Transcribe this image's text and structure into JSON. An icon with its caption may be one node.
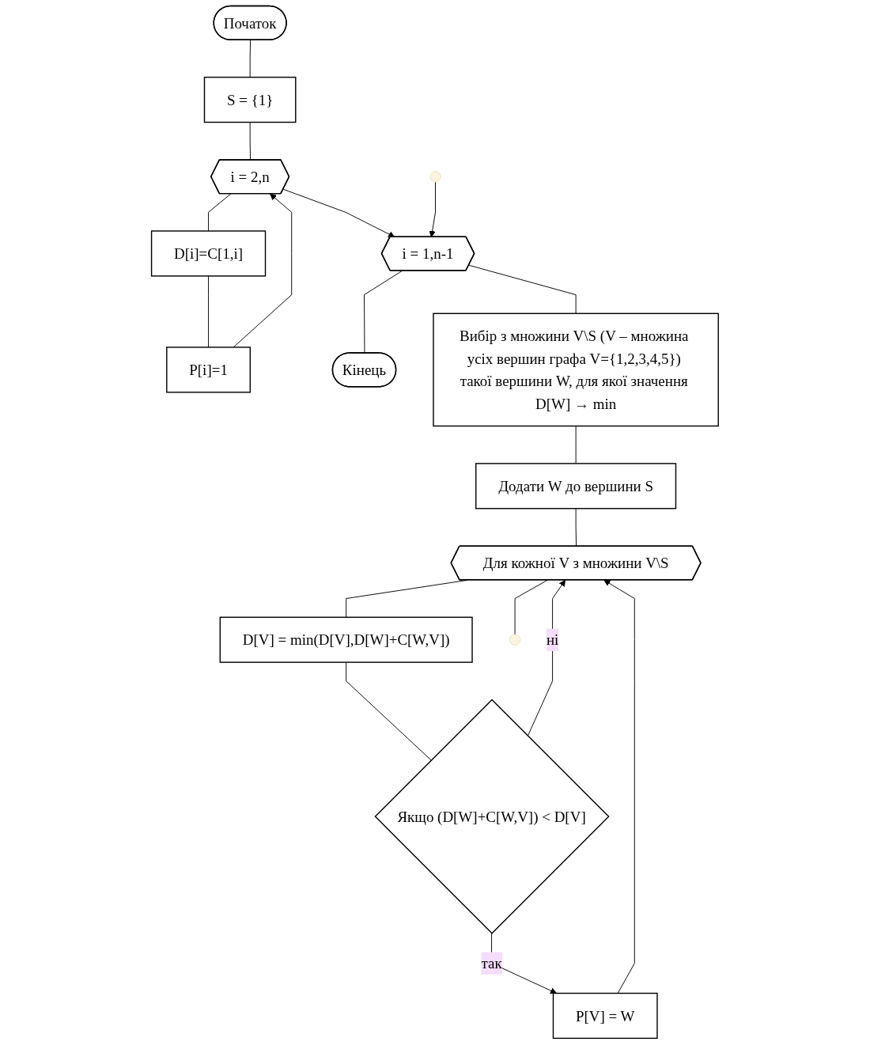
{
  "diagram": {
    "nodes": [
      {
        "text": [
          "Початок"
        ]
      },
      {
        "text": [
          "S = {1}"
        ]
      },
      {
        "text": [
          "i = 2,n"
        ]
      },
      {
        "text": [
          "D[i]=C[1,i]"
        ]
      },
      {
        "text": [
          "P[i]=1"
        ]
      },
      {
        "text": [
          "i = 1,n-1"
        ]
      },
      {
        "text": [
          "Кінець"
        ]
      },
      {
        "text": [
          "Вибір з множини V\\S (V – множина усіх вершин графа V={1,2,3,4,5}) такої вершини W, для якої значення D[W] → min"
        ]
      },
      {
        "text": [
          "Додати W до вершини S"
        ]
      },
      {
        "text": [
          "Для кожної V з множини V\\S"
        ]
      },
      {
        "text": [
          "D[V] = min(D[V],D[W]+C[W,V])"
        ]
      },
      {
        "text": [
          "Якщо (D[W]+C[W,V]) < D[V]"
        ]
      },
      {
        "text": [
          "P[V] = W"
        ]
      }
    ],
    "edges": [
      {
        "from": 0,
        "to": 1,
        "arrow": "none"
      },
      {
        "from": 1,
        "to": 2,
        "arrow": "none"
      },
      {
        "from": 2,
        "to": 3,
        "arrow": "none"
      },
      {
        "from": 3,
        "to": 4,
        "arrow": "none"
      },
      {
        "from": 4,
        "to": 2,
        "arrow": "to"
      },
      {
        "from": 2,
        "to": 5,
        "arrow": "to"
      },
      {
        "from": 5,
        "to": 6,
        "arrow": "none"
      },
      {
        "from": 5,
        "to": 7,
        "arrow": "none"
      },
      {
        "from": 7,
        "to": 8,
        "arrow": "none"
      },
      {
        "from": 8,
        "to": 9,
        "arrow": "none"
      },
      {
        "from": 9,
        "to": 10,
        "arrow": "none"
      },
      {
        "from": 10,
        "to": 11,
        "arrow": "none"
      },
      {
        "from": 11,
        "to": 9,
        "label": "ні",
        "arrow": "to"
      },
      {
        "from": 11,
        "to": 12,
        "label": "так",
        "arrow": "to"
      },
      {
        "from": 12,
        "to": 9,
        "arrow": "to"
      },
      {
        "from": 9,
        "to": null,
        "arrow": "none"
      },
      {
        "from": null,
        "to": 5,
        "arrow": "to"
      }
    ]
  }
}
